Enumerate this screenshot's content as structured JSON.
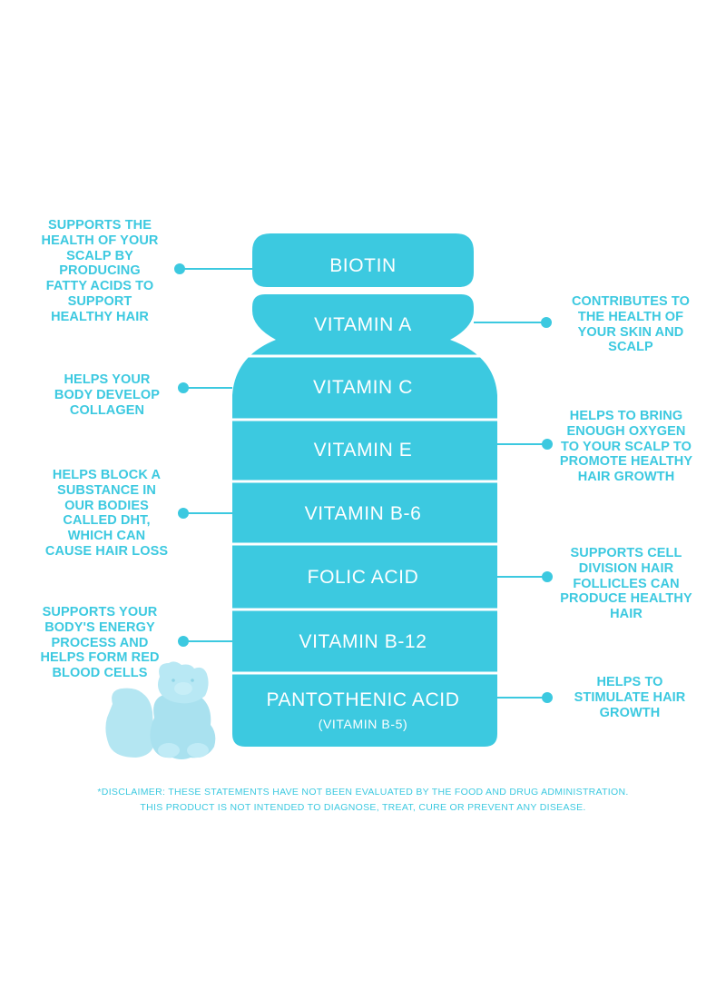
{
  "colors": {
    "accent": "#3cc9e0",
    "bottle": "#3cc9e0",
    "divider": "#ffffff"
  },
  "bottle": {
    "segments": [
      {
        "label": "BIOTIN"
      },
      {
        "label": "VITAMIN A"
      },
      {
        "label": "VITAMIN C"
      },
      {
        "label": "VITAMIN E"
      },
      {
        "label": "VITAMIN B-6"
      },
      {
        "label": "FOLIC ACID"
      },
      {
        "label": "VITAMIN B-12"
      },
      {
        "label": "PANTOTHENIC ACID",
        "sublabel": "(VITAMIN B-5)"
      }
    ]
  },
  "annotations": {
    "biotin": {
      "lines": [
        "SUPPORTS THE",
        "HEALTH OF YOUR",
        "SCALP BY",
        "PRODUCING",
        "FATTY ACIDS TO",
        "SUPPORT",
        "HEALTHY HAIR"
      ]
    },
    "vitamin_a": {
      "lines": [
        "CONTRIBUTES TO",
        "THE HEALTH OF",
        "YOUR SKIN AND",
        "SCALP"
      ]
    },
    "vitamin_c": {
      "lines": [
        "HELPS YOUR",
        "BODY DEVELOP",
        "COLLAGEN"
      ]
    },
    "vitamin_e": {
      "lines": [
        "HELPS TO BRING",
        "ENOUGH OXYGEN",
        "TO YOUR SCALP TO",
        "PROMOTE HEALTHY",
        "HAIR GROWTH"
      ]
    },
    "vitamin_b6": {
      "lines": [
        "HELPS BLOCK A",
        "SUBSTANCE IN",
        "OUR BODIES",
        "CALLED DHT,",
        "WHICH CAN",
        "CAUSE HAIR LOSS"
      ]
    },
    "folic_acid": {
      "lines": [
        "SUPPORTS CELL",
        "DIVISION HAIR",
        "FOLLICLES CAN",
        "PRODUCE HEALTHY",
        "HAIR"
      ]
    },
    "vitamin_b12": {
      "lines": [
        "SUPPORTS YOUR",
        "BODY'S ENERGY",
        "PROCESS AND",
        "HELPS FORM RED",
        "BLOOD CELLS"
      ]
    },
    "pantothenic": {
      "lines": [
        "HELPS TO",
        "STIMULATE HAIR",
        "GROWTH"
      ]
    }
  },
  "disclaimer": {
    "line1": "*DISCLAIMER: THESE STATEMENTS HAVE NOT BEEN EVALUATED BY THE FOOD AND DRUG ADMINISTRATION.",
    "line2": "THIS PRODUCT IS NOT INTENDED TO DIAGNOSE, TREAT, CURE OR PREVENT ANY DISEASE."
  }
}
